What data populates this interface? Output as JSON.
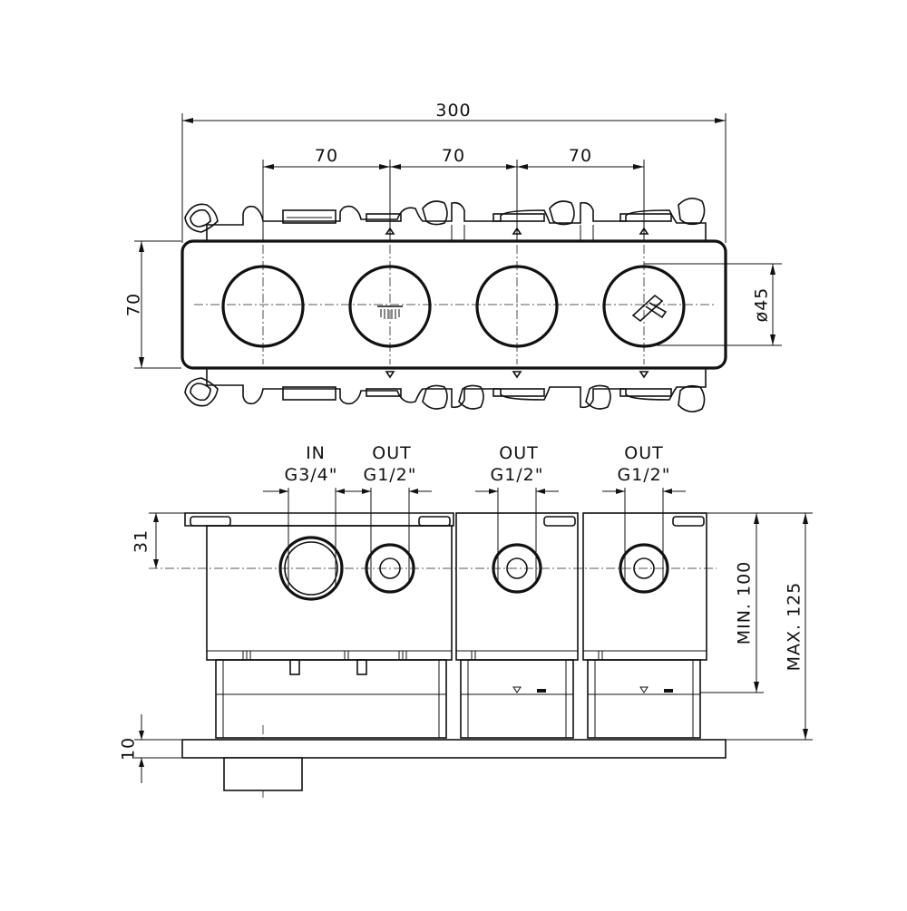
{
  "front_view": {
    "dim_total_width": "300",
    "dim_spacing": [
      "70",
      "70",
      "70"
    ],
    "dim_height": "70",
    "dim_diameter": "ø45"
  },
  "side_view": {
    "ports": [
      {
        "line1": "IN",
        "line2": "G3/4\""
      },
      {
        "line1": "OUT",
        "line2": "G1/2\""
      },
      {
        "line1": "OUT",
        "line2": "G1/2\""
      },
      {
        "line1": "OUT",
        "line2": "G1/2\""
      }
    ],
    "dim_top_offset": "31",
    "dim_min_depth": "MIN. 100",
    "dim_max_depth": "MAX. 125",
    "dim_plate_thickness": "10"
  }
}
